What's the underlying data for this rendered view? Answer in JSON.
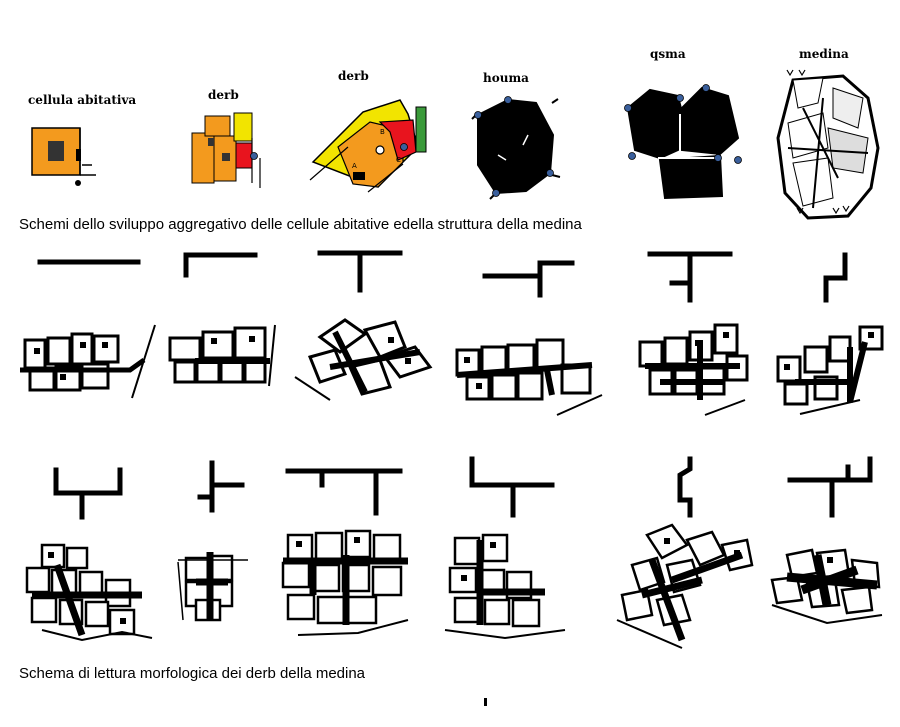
{
  "top_labels": {
    "cellula": "cellula abitativa",
    "derb_small": "derb",
    "derb_large": "derb",
    "houma": "houma",
    "qsma": "qsma",
    "medina": "medina"
  },
  "diagram_letters": [
    "B",
    "A",
    "C"
  ],
  "captions": {
    "top": "Schemi dello sviluppo aggregativo delle cellule abitative edella struttura della medina",
    "bottom": "Schema di lettura morfologica dei derb della medina"
  },
  "colors": {
    "orange": "#f39a1e",
    "yellow": "#f2e400",
    "red": "#e8141e",
    "green": "#3a9a3a",
    "node_blue": "#3a5f9c",
    "black": "#000000"
  }
}
